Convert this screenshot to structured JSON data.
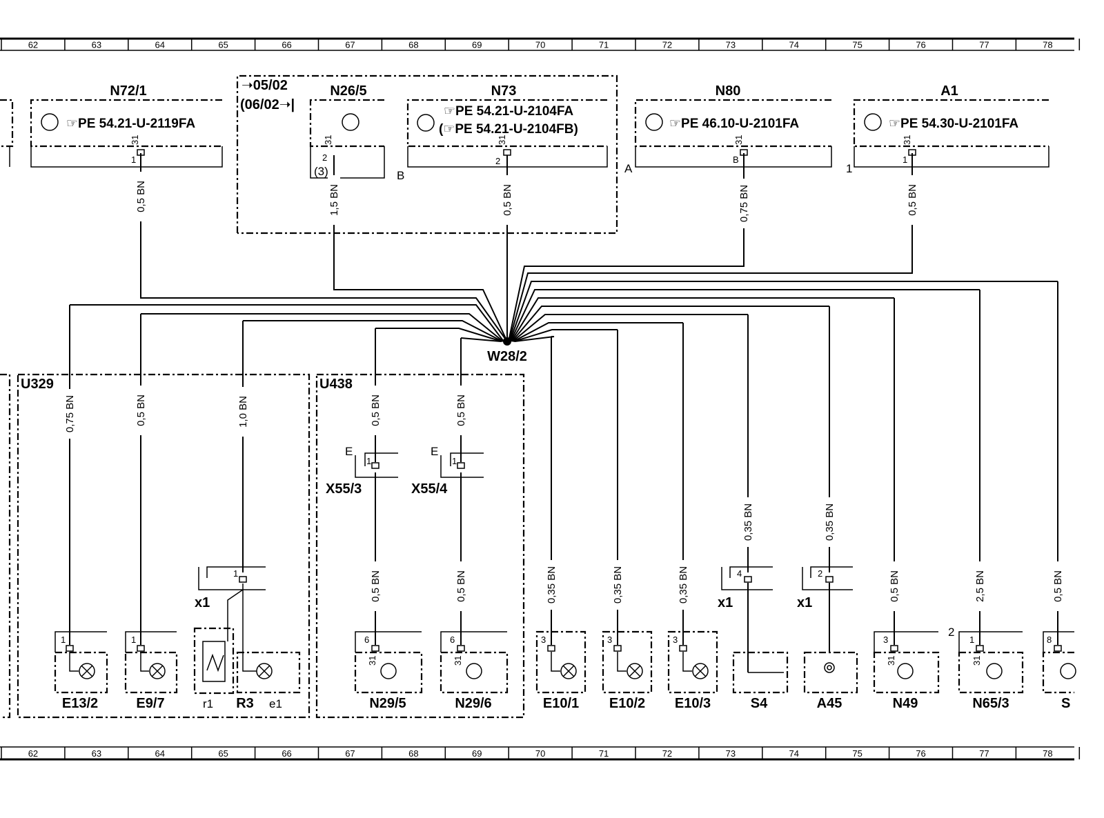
{
  "ruler": {
    "numbers": [
      "62",
      "63",
      "64",
      "65",
      "66",
      "67",
      "68",
      "69",
      "70",
      "71",
      "72",
      "73",
      "74",
      "75",
      "76",
      "77",
      "78"
    ]
  },
  "top_components": {
    "n72_1": {
      "name": "N72/1",
      "ref": "PE  54.21-U-2119FA",
      "pin_ground": "31",
      "pin_num": "1"
    },
    "n26_5": {
      "name": "N26/5",
      "pin_ground": "31",
      "pin_num": "2",
      "pin_alt": "(3)",
      "note": "B"
    },
    "n73": {
      "name": "N73",
      "ref1": "PE  54.21-U-2104FA",
      "ref2": "(☞PE  54.21-U-2104FB)",
      "pin_ground": "31",
      "pin_num": "2",
      "note": "A"
    },
    "n80": {
      "name": "N80",
      "ref": "PE  46.10-U-2101FA",
      "pin_ground": "31",
      "pin_num": "B"
    },
    "a1": {
      "name": "A1",
      "ref": "PE  54.30-U-2101FA",
      "pin_ground": "31",
      "pin_num": "1",
      "note": "1"
    }
  },
  "date_box": {
    "from": "05/02",
    "to": "(06/02"
  },
  "splice": {
    "name": "W28/2"
  },
  "groups": {
    "u329": "U329",
    "u438": "U438"
  },
  "wires": {
    "n72_1": "0,5 BN",
    "n26_5": "1,5 BN",
    "n73": "0,5 BN",
    "n80": "0,75 BN",
    "a1": "0,5 BN",
    "e13_2": "0,75 BN",
    "e9_7": "0,5 BN",
    "r3": "1,0 BN",
    "n29_5_top": "0,5 BN",
    "n29_5_bot": "0,5 BN",
    "n29_6_top": "0,5 BN",
    "n29_6_bot": "0,5 BN",
    "e10_1": "0,35 BN",
    "e10_2": "0,35 BN",
    "e10_3": "0,35 BN",
    "s4": "0,35 BN",
    "a45": "0,35 BN",
    "n49": "0,5 BN",
    "n65_3": "2,5 BN",
    "s_last": "0,5 BN"
  },
  "connectors": {
    "x55_3": {
      "name": "X55/3",
      "pin": "1",
      "letter": "E"
    },
    "x55_4": {
      "name": "X55/4",
      "pin": "1",
      "letter": "E"
    },
    "x1_r3": {
      "name": "x1",
      "pin": "1"
    },
    "x1_s4": {
      "name": "x1",
      "pin": "4"
    },
    "x1_a45": {
      "name": "x1",
      "pin": "2"
    }
  },
  "bottom_components": [
    {
      "name": "E13/2",
      "pin": "1"
    },
    {
      "name": "E9/7",
      "pin": "1"
    },
    {
      "name": "R3",
      "sub1": "r1",
      "sub2": "e1"
    },
    {
      "name": "N29/5",
      "pin": "6",
      "ground": "31"
    },
    {
      "name": "N29/6",
      "pin": "6",
      "ground": "31"
    },
    {
      "name": "E10/1",
      "pin": "3"
    },
    {
      "name": "E10/2",
      "pin": "3"
    },
    {
      "name": "E10/3",
      "pin": "3"
    },
    {
      "name": "S4"
    },
    {
      "name": "A45"
    },
    {
      "name": "N49",
      "pin": "3",
      "ground": "31"
    },
    {
      "name": "N65/3",
      "pin": "1",
      "ground": "31",
      "note": "2"
    },
    {
      "name": "S",
      "pin": "8"
    }
  ],
  "colors": {
    "ink": "#000000",
    "paper": "#ffffff"
  }
}
